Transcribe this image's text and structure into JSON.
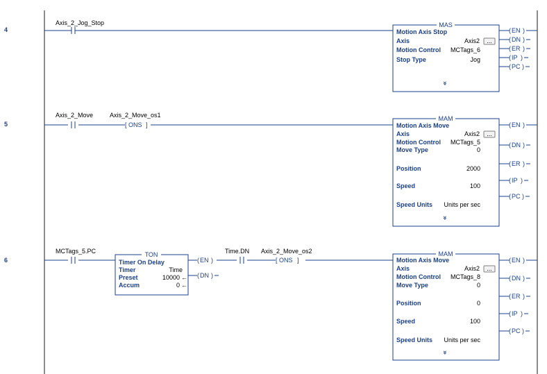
{
  "rungs": [
    {
      "number": "4",
      "contact": "Axis_2_Jog_Stop",
      "block": {
        "name": "MAS",
        "title": "Motion Axis Stop",
        "rows": [
          {
            "label": "Axis",
            "value": "Axis2"
          },
          {
            "label": "Motion Control",
            "value": "MCTags_6"
          },
          {
            "label": "Stop Type",
            "value": "Jog"
          }
        ],
        "outputs": [
          "EN",
          "DN",
          "ER",
          "IP",
          "PC"
        ]
      }
    },
    {
      "number": "5",
      "contact": "Axis_2_Move",
      "ons": "Axis_2_Move_os1",
      "ons_label": "ONS",
      "block": {
        "name": "MAM",
        "title": "Motion Axis Move",
        "rows": [
          {
            "label": "Axis",
            "value": "Axis2"
          },
          {
            "label": "Motion Control",
            "value": "MCTags_5"
          },
          {
            "label": "Move Type",
            "value": "0"
          },
          {
            "label": "Position",
            "value": "2000"
          },
          {
            "label": "Speed",
            "value": "100"
          },
          {
            "label": "Speed Units",
            "value": "Units per sec"
          }
        ],
        "outputs": [
          "EN",
          "DN",
          "ER",
          "IP",
          "PC"
        ]
      }
    },
    {
      "number": "6",
      "contact": "MCTags_5.PC",
      "timer": {
        "name": "TON",
        "title": "Timer On Delay",
        "rows": [
          {
            "label": "Timer",
            "value": "Time"
          },
          {
            "label": "Preset",
            "value": "10000"
          },
          {
            "label": "Accum",
            "value": "0"
          }
        ],
        "outputs": [
          "EN",
          "DN"
        ]
      },
      "contact2": "Time.DN",
      "ons": "Axis_2_Move_os2",
      "ons_label": "ONS",
      "block": {
        "name": "MAM",
        "title": "Motion Axis Move",
        "rows": [
          {
            "label": "Axis",
            "value": "Axis2"
          },
          {
            "label": "Motion Control",
            "value": "MCTags_8"
          },
          {
            "label": "Move Type",
            "value": "0"
          },
          {
            "label": "Position",
            "value": "0"
          },
          {
            "label": "Speed",
            "value": "100"
          },
          {
            "label": "Speed Units",
            "value": "Units per sec"
          }
        ],
        "outputs": [
          "EN",
          "DN",
          "ER",
          "IP",
          "PC"
        ]
      }
    }
  ],
  "ui": {
    "browse_button": "...",
    "expand_glyph": "»",
    "value_arrow": "←"
  },
  "colors": {
    "wire": "#1a3f8c",
    "text_blue": "#1a3f8c",
    "rail": "#1a1a1a",
    "background": "#ffffff"
  }
}
